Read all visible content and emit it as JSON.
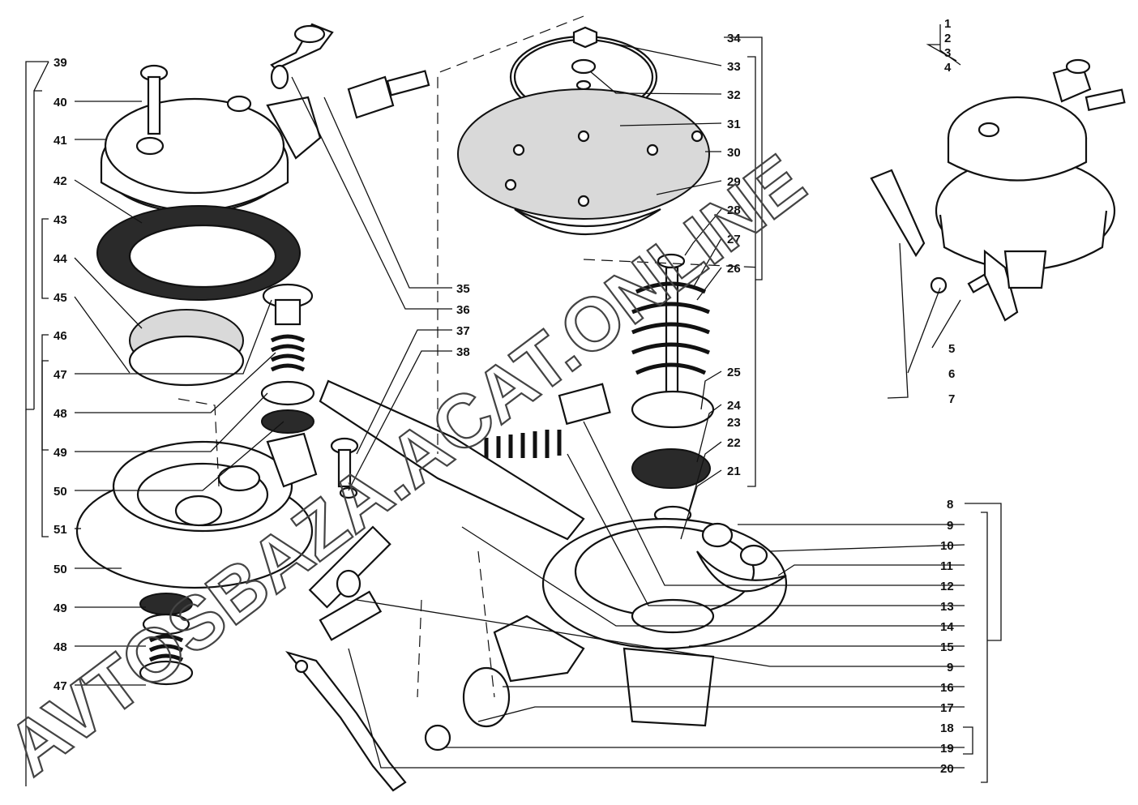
{
  "watermark": "AVTOSBAZA.ACAT.ONLINE",
  "labels": {
    "p1": "1",
    "p2": "2",
    "p3": "3",
    "p4": "4",
    "p5": "5",
    "p6": "6",
    "p7": "7",
    "p8": "8",
    "p9a": "9",
    "p9b": "9",
    "p10": "10",
    "p11": "11",
    "p12": "12",
    "p13": "13",
    "p14": "14",
    "p15": "15",
    "p16": "16",
    "p17": "17",
    "p18": "18",
    "p19": "19",
    "p20": "20",
    "p21": "21",
    "p22": "22",
    "p23": "23",
    "p24": "24",
    "p25": "25",
    "p26": "26",
    "p27": "27",
    "p28": "28",
    "p29": "29",
    "p30": "30",
    "p31": "31",
    "p32": "32",
    "p33": "33",
    "p34": "34",
    "p35": "35",
    "p36": "36",
    "p37": "37",
    "p38": "38",
    "p39": "39",
    "p40": "40",
    "p41": "41",
    "p42": "42",
    "p43": "43",
    "p44": "44",
    "p45": "45",
    "p46": "46",
    "p47a": "47",
    "p47b": "47",
    "p48a": "48",
    "p48b": "48",
    "p49a": "49",
    "p49b": "49",
    "p50a": "50",
    "p50b": "50",
    "p51": "51"
  }
}
